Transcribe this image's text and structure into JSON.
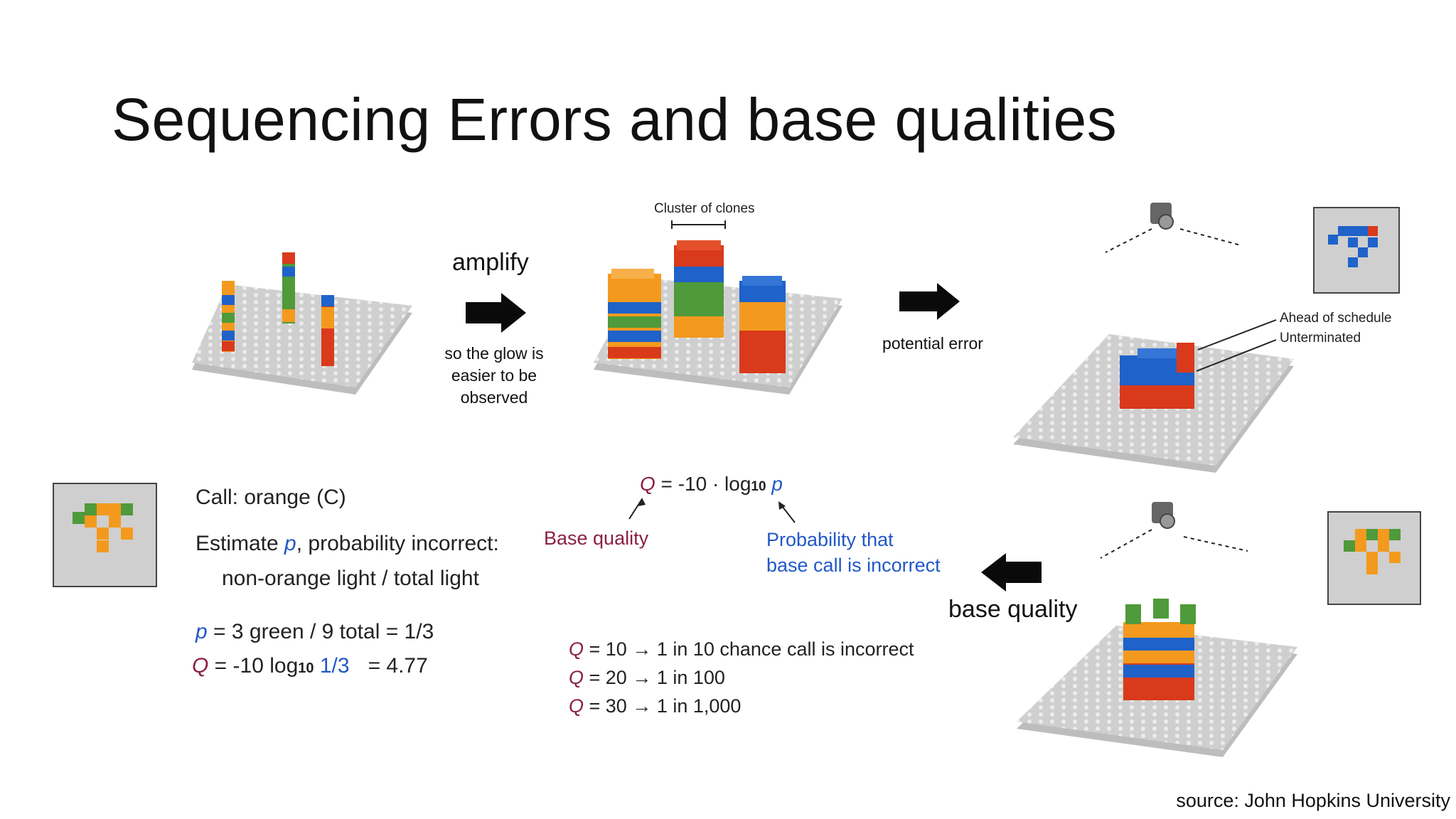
{
  "slide": {
    "title": "Sequencing Errors and base qualities",
    "source": "source: John Hopkins University"
  },
  "top_row": {
    "amplify_label": "amplify",
    "amplify_caption_1": "so the glow is",
    "amplify_caption_2": "easier to be",
    "amplify_caption_3": "observed",
    "cluster_label": "Cluster of clones",
    "potential_error_label": "potential error",
    "ahead_label": "Ahead of schedule",
    "unterminated_label": "Unterminated"
  },
  "bottom_left": {
    "call_text": "Call: orange (C)",
    "estimate_prefix": "Estimate ",
    "estimate_p": "p",
    "estimate_suffix": ", probability incorrect:",
    "ratio_text": "non-orange light / total light",
    "p_symbol": "p",
    "p_eq": " = 3 green / 9 total = 1/3",
    "q_symbol": "Q",
    "q_eq_a": " = -10 log",
    "q_eq_sub": "10",
    "q_eq_val": " 1/3",
    "q_eq_result": "= 4.77"
  },
  "formula": {
    "q_symbol": "Q",
    "body": " = -10 · log",
    "sub": "10",
    "p_symbol": " p",
    "base_quality_label": "Base quality",
    "prob_label_1": "Probability that",
    "prob_label_2": "base call is incorrect"
  },
  "q_table": [
    {
      "q": "Q",
      "text": " = 10 → 1 in 10 chance call is incorrect"
    },
    {
      "q": "Q",
      "text": " = 20 → 1 in 100"
    },
    {
      "q": "Q",
      "text": " = 30 → 1 in 1,000"
    }
  ],
  "bottom_right": {
    "base_quality_label": "base quality"
  },
  "colors": {
    "orange": "#f39a1e",
    "red": "#d93a1c",
    "blue": "#1f62c9",
    "green": "#4f9a3a",
    "plate": "#c9c9c9",
    "q_color": "#8a2045",
    "p_color": "#2158c8"
  }
}
